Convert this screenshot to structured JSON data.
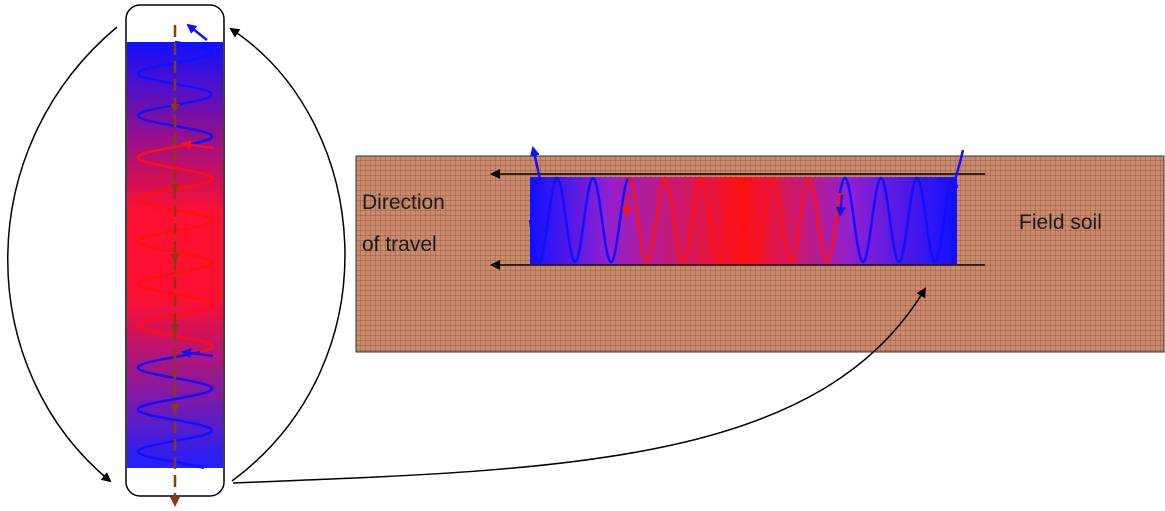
{
  "labels": {
    "direction_line1": "Direction",
    "direction_line2": "of travel",
    "field_soil": "Field soil"
  },
  "colors": {
    "cool": "#1010ff",
    "warm": "#ff1010",
    "soil": "#c98a6e",
    "soil_grid": "#8a4a30",
    "flow_arrow": "#8b3a10",
    "outline": "#000000"
  }
}
